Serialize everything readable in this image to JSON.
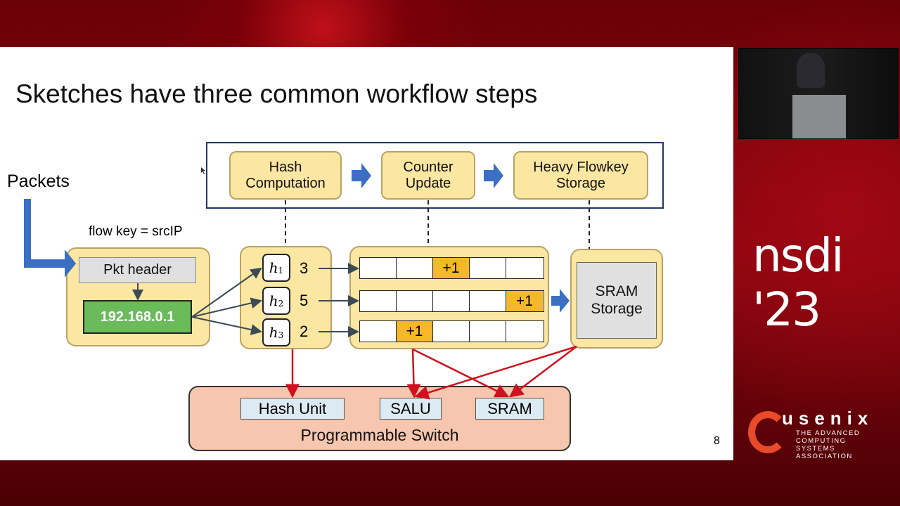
{
  "slide": {
    "title": "Sketches have three common workflow steps",
    "page_number": "8",
    "packets_label": "Packets",
    "flow_key_label": "flow key = srcIP",
    "steps": [
      "Hash Computation",
      "Counter Update",
      "Heavy Flowkey Storage"
    ],
    "pkt_header": "Pkt header",
    "ip": "192.168.0.1",
    "hashes": [
      {
        "name": "h",
        "sub": "1",
        "value": "3"
      },
      {
        "name": "h",
        "sub": "2",
        "value": "5"
      },
      {
        "name": "h",
        "sub": "3",
        "value": "2"
      }
    ],
    "counter_rows": [
      [
        "",
        "",
        "+1",
        "",
        ""
      ],
      [
        "",
        "",
        "",
        "",
        "+1"
      ],
      [
        "",
        "+1",
        "",
        "",
        ""
      ]
    ],
    "sram_storage": "SRAM Storage",
    "switch": {
      "title": "Programmable Switch",
      "units": [
        "Hash Unit",
        "SALU",
        "SRAM"
      ]
    },
    "colors": {
      "yellow": "#fbe6a2",
      "green": "#6abb5a",
      "orange": "#f5b82a",
      "switch": "#f6c6ae",
      "blue_arrow": "#3a6fc4",
      "red_arrow": "#d0101e",
      "frame": "#1f3864"
    }
  },
  "sidebar": {
    "conference_logo": "nsdi '23",
    "org_logo": "usenix",
    "org_tagline": "THE ADVANCED COMPUTING SYSTEMS ASSOCIATION"
  }
}
